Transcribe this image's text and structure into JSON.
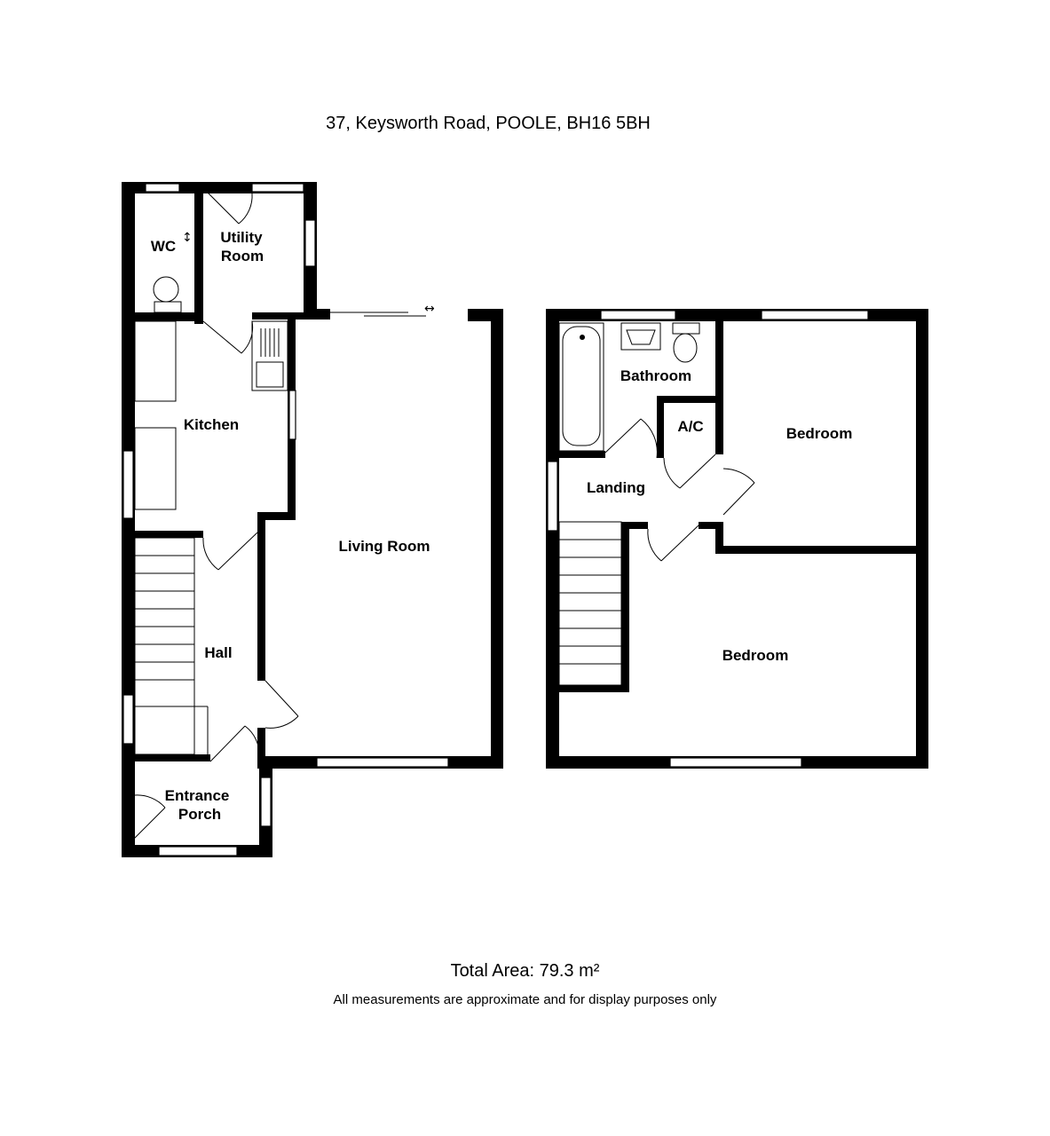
{
  "title": "37, Keysworth Road, POOLE, BH16 5BH",
  "total_area": "Total Area: 79.3 m²",
  "disclaimer": "All measurements are approximate and for display purposes only",
  "rooms": {
    "wc": "WC",
    "utility_line1": "Utility",
    "utility_line2": "Room",
    "kitchen": "Kitchen",
    "living_room": "Living Room",
    "hall": "Hall",
    "entrance_line1": "Entrance",
    "entrance_line2": "Porch",
    "bathroom": "Bathroom",
    "ac": "A/C",
    "landing": "Landing",
    "bedroom_1": "Bedroom",
    "bedroom_2": "Bedroom"
  }
}
